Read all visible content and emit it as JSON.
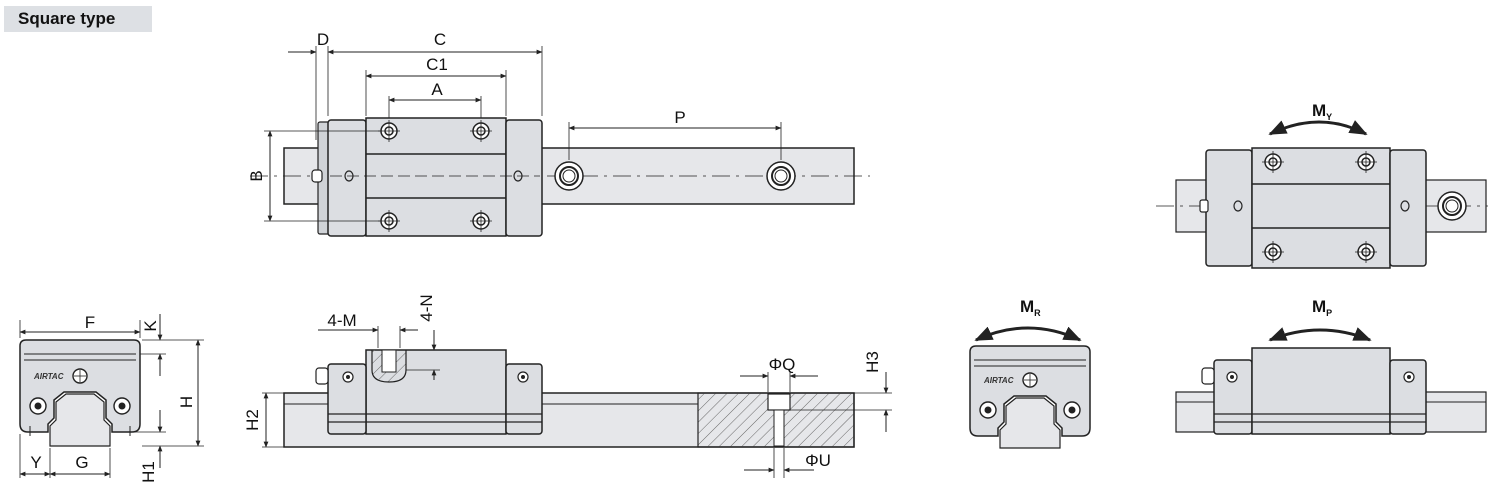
{
  "header": {
    "tag": "Square type"
  },
  "labels": {
    "C": "C",
    "C1": "C1",
    "A": "A",
    "D": "D",
    "B": "B",
    "P": "P",
    "F": "F",
    "K": "K",
    "H": "H",
    "Y": "Y",
    "G": "G",
    "H1": "H1",
    "M4": "4-M",
    "N4": "4-N",
    "H2": "H2",
    "H3": "H3",
    "PhiQ": "ΦQ",
    "PhiU": "ΦU"
  },
  "moments": {
    "MY": {
      "main": "M",
      "sub": "Y"
    },
    "MR": {
      "main": "M",
      "sub": "R"
    },
    "MP": {
      "main": "M",
      "sub": "P"
    }
  },
  "logo_text": "AIRTAC",
  "colors": {
    "body": "#dcdee2",
    "rail": "#e6e7ea",
    "line": "#222222",
    "tag_bg": "#dde0e4"
  }
}
